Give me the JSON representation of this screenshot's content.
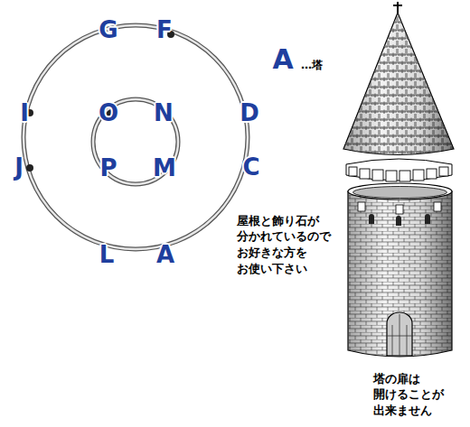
{
  "diagram": {
    "labels": [
      "G",
      "F",
      "I",
      "J",
      "D",
      "C",
      "L",
      "A",
      "O",
      "N",
      "P",
      "M",
      "A",
      "…塔",
      "屋根と飾り石が 分かれているので お好きな方を お使い下さい",
      "塔の扉は 開けることが 出来ません"
    ]
  }
}
